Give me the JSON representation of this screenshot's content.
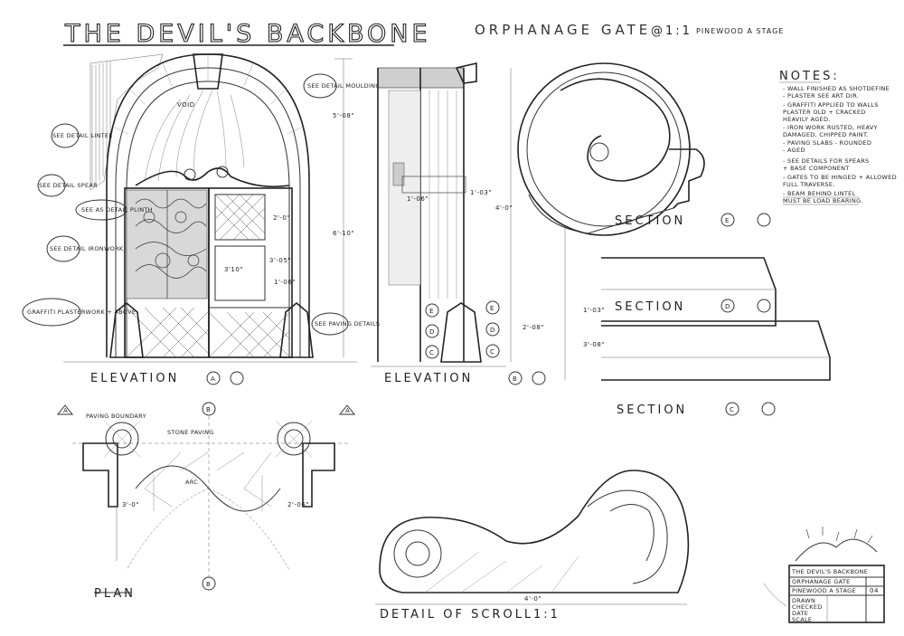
{
  "title": "THE DEVIL'S BACKBONE",
  "subtitle": "ORPHANAGE GATE",
  "scale": "@1:1",
  "studio": "PINEWOOD A STAGE",
  "notes": {
    "heading": "NOTES:",
    "lines": [
      "- WALL FINISHED AS SHOTDEFINE",
      "  - PLASTER SEE ART DIR.",
      "- GRAFFITI APPLIED TO WALLS",
      "  PLASTER OLD + CRACKED",
      "  HEAVILY AGED.",
      "- IRON WORK RUSTED, HEAVY",
      "  DAMAGED, CHIPPED PAINT.",
      "- PAVING SLABS - ROUNDED",
      "  - AGED",
      "- SEE DETAILS FOR SPEARS",
      "  + BASE COMPONENT",
      "- GATES TO BE HINGED + ALLOWED",
      "  FULL TRAVERSE.",
      "- BEAM BEHIND LINTEL",
      "  MUST BE LOAD BEARING."
    ]
  },
  "views": {
    "elevation_a": "ELEVATION",
    "elevation_a_mark": "A",
    "elevation_b": "ELEVATION",
    "elevation_b_mark": "B",
    "plan": "PLAN",
    "section_e": "SECTION",
    "section_e_mark": "E",
    "section_d": "SECTION",
    "section_d_mark": "D",
    "section_c": "SECTION",
    "section_c_mark": "C",
    "scroll_detail": "DETAIL OF SCROLL",
    "scroll_scale": "1:1"
  },
  "callouts": {
    "void": "VOID",
    "detail_moulding": "SEE DETAIL MOULDING",
    "detail_lintel": "SEE DETAIL LINTEL",
    "detail_spear": "SEE DETAIL SPEAR",
    "see_detail_plinth": "SEE AS DETAIL PLINTH",
    "ironwork": "SEE DETAIL IRONWORK",
    "graffiti": "GRAFFITI PLASTERWORK + ABOVE",
    "paving": "SEE PAVING DETAILS",
    "paving_boundary": "PAVING BOUNDARY",
    "stone_paving": "STONE PAVING",
    "arc": "ARC"
  },
  "dimensions": {
    "d1": "5'-08\"",
    "d2": "6'-10\"",
    "d3": "2'-0\"",
    "d4": "3'-05\"",
    "d5": "1'-06\"",
    "d6": "3'10\"",
    "d7": "4'-0\"",
    "d8": "2'-08\"",
    "d9": "1'-03\"",
    "d10": "3'-08\"",
    "d11": "3'-0\"",
    "d12": "2'-06\"",
    "d13": "4'-0\""
  },
  "title_block": {
    "project": "THE DEVIL'S BACKBONE",
    "item": "ORPHANAGE GATE",
    "row2": "PINEWOOD A STAGE",
    "drawing_no": "04",
    "rows": [
      "DRAWN",
      "CHECKED",
      "DATE",
      "SCALE"
    ]
  }
}
